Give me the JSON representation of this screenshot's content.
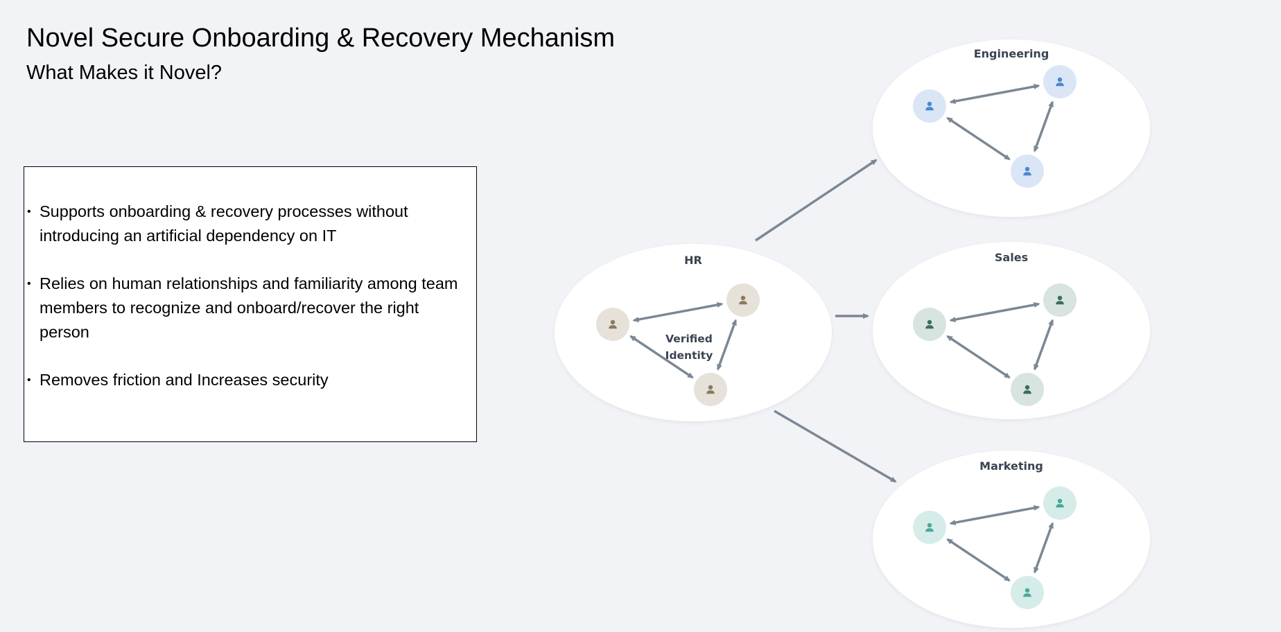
{
  "header": {
    "title": "Novel Secure Onboarding & Recovery Mechanism",
    "subtitle": "What Makes it Novel?"
  },
  "bullets": [
    "Supports onboarding & recovery processes without introducing an artificial dependency on IT",
    "Relies on human relationships and familiarity among team members to recognize and onboard/recover the right person",
    "Removes friction and Increases security"
  ],
  "diagram": {
    "arrow_color": "#7b8794",
    "ellipse_color": "#ffffff",
    "icon_name": "person-icon",
    "groups": {
      "hr": {
        "label": "HR",
        "center_label_line1": "Verified",
        "center_label_line2": "Identity",
        "node_bg": "#e6e2da",
        "node_fg": "#8a7a62"
      },
      "engineering": {
        "label": "Engineering",
        "node_bg": "#dae6f6",
        "node_fg": "#4a88cf"
      },
      "sales": {
        "label": "Sales",
        "node_bg": "#d7e4df",
        "node_fg": "#3a6e5e"
      },
      "marketing": {
        "label": "Marketing",
        "node_bg": "#d6ece8",
        "node_fg": "#4aa898"
      }
    }
  }
}
